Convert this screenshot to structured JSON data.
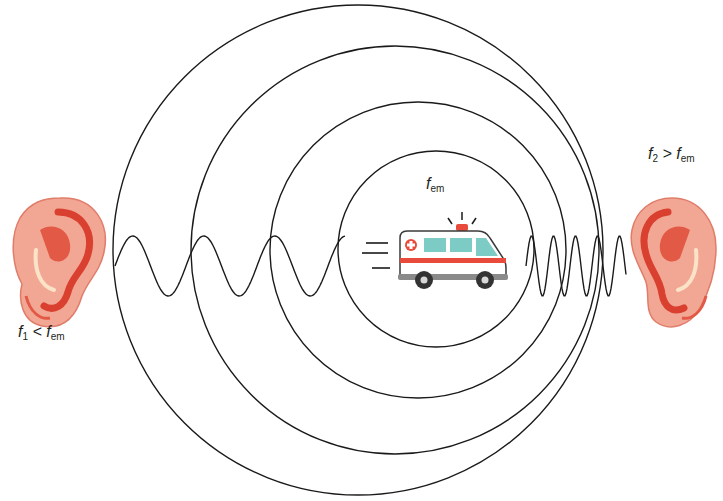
{
  "diagram": {
    "labels": [
      "f2 > fem",
      "fem",
      "f1 < fem"
    ]
  }
}
